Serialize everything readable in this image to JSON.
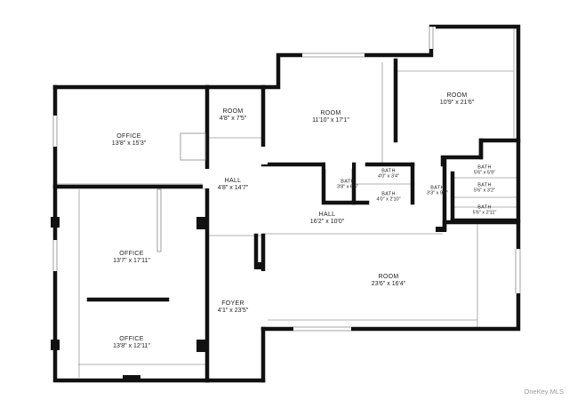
{
  "rooms": [
    {
      "name": "OFFICE",
      "dims": "13'8\" x 15'3\""
    },
    {
      "name": "ROOM",
      "dims": "4'8\" x 7'5\""
    },
    {
      "name": "ROOM",
      "dims": "11'10\" x 17'1\""
    },
    {
      "name": "ROOM",
      "dims": "10'9\" x 21'6\""
    },
    {
      "name": "HALL",
      "dims": "4'8\" x 14'7\""
    },
    {
      "name": "BATH",
      "dims": "4'0\" x 3'4\""
    },
    {
      "name": "BATH",
      "dims": "3'8\" x 6'5\""
    },
    {
      "name": "BATH",
      "dims": "4'0\" x 2'10\""
    },
    {
      "name": "BATH",
      "dims": "3'3\" x 9'9\""
    },
    {
      "name": "BATH",
      "dims": "5'6\" x 5'9\""
    },
    {
      "name": "BATH",
      "dims": "5'6\" x 3'2\""
    },
    {
      "name": "BATH",
      "dims": "5'6\" x 2'11\""
    },
    {
      "name": "HALL",
      "dims": "16'2\" x 10'0\""
    },
    {
      "name": "OFFICE",
      "dims": "13'7\" x 17'11\""
    },
    {
      "name": "ROOM",
      "dims": "23'6\" x 16'4\""
    },
    {
      "name": "FOYER",
      "dims": "4'1\" x 23'5\""
    },
    {
      "name": "OFFICE",
      "dims": "13'8\" x 12'11\""
    }
  ],
  "watermark": "OneKey MLS"
}
